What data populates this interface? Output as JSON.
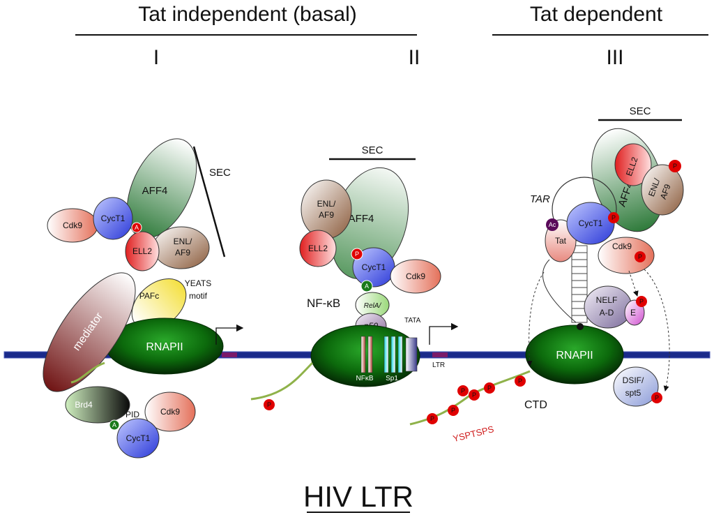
{
  "headers": {
    "tat_independent": "Tat independent (basal)",
    "tat_dependent": "Tat dependent",
    "stage_1": "I",
    "stage_2": "II",
    "stage_3": "III"
  },
  "panel1": {
    "sec": "SEC",
    "aff4": "AFF4",
    "cdk9": "Cdk9",
    "cyct1": "CycT1",
    "acetyl": "A",
    "ell2": "ELL2",
    "enl_1": "ENL/",
    "enl_2": "AF9",
    "yeats_1": "YEATS",
    "yeats_2": "motif",
    "pafc": "PAFc",
    "mediator": "mediator",
    "rnapii": "RNAPII",
    "brd4": "Brd4",
    "pid": "PID",
    "cdk9_b": "Cdk9",
    "cyct1_b": "CycT1",
    "acetyl_b": "A"
  },
  "panel2": {
    "sec": "SEC",
    "enl_1": "ENL/",
    "enl_2": "AF9",
    "aff4": "AFF4",
    "ell2": "ELL2",
    "phospho": "P",
    "cyct1": "CycT1",
    "cdk9": "Cdk9",
    "acetyl": "A",
    "nfkb": "NF-κB",
    "rela": "RelA/",
    "p50": "p50",
    "tata": "TATA",
    "nfkb_site": "NFκB",
    "sp1": "Sp1",
    "ltr": "LTR",
    "ctd_p": "P"
  },
  "panel3": {
    "sec": "SEC",
    "ell2": "ELL2",
    "aff4": "AFF4",
    "enl_1": "ENL/",
    "enl_2": "AF9",
    "tar": "TAR",
    "ac": "Ac",
    "tat": "Tat",
    "cyct1": "CycT1",
    "cdk9": "Cdk9",
    "nelf_1": "NELF",
    "nelf_2": "A-D",
    "e": "E",
    "rnapii": "RNAPII",
    "dsif_1": "DSIF/",
    "dsif_2": "spt5",
    "ctd": "CTD",
    "ysptsps": "YSPTSPS",
    "phospho": "P"
  },
  "footer": {
    "title": "HIV LTR"
  },
  "colors": {
    "dna": "#1a2a8a",
    "rnapii": "#0a4a0a",
    "phospho": "#e00000",
    "rna": "#8fb24a",
    "marker": "#7a1a6a"
  }
}
